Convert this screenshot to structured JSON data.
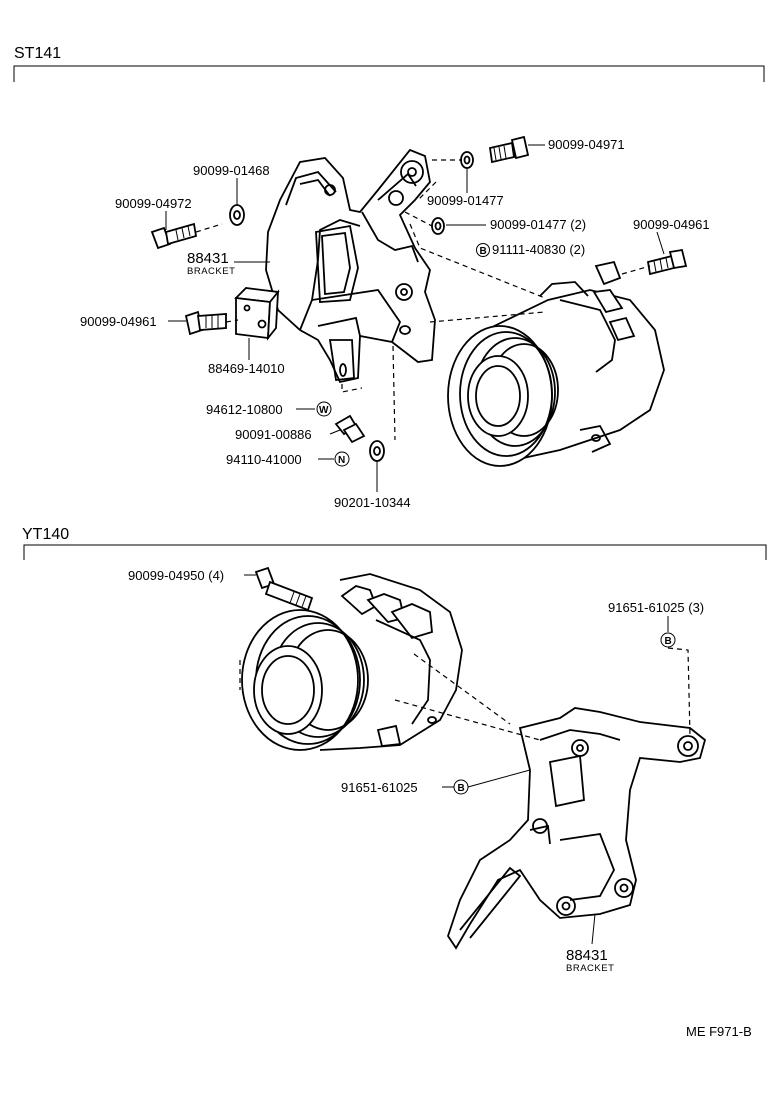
{
  "sections": {
    "top": {
      "title": "ST141"
    },
    "bottom": {
      "title": "YT140"
    }
  },
  "top_parts": {
    "p_90099_04971": "90099-04971",
    "p_90099_01468": "90099-01468",
    "p_90099_01477_a": "90099-01477",
    "p_90099_04972": "90099-04972",
    "p_90099_01477_b": "90099-01477 (2)",
    "p_91111_40830": "91111-40830 (2)",
    "p_90099_04961_r": "90099-04961",
    "p_88431": "88431",
    "p_88431_sub": "BRACKET",
    "p_90099_04961_l": "90099-04961",
    "p_88469_14010": "88469-14010",
    "p_94612_10800": "94612-10800",
    "p_90091_00886": "90091-00886",
    "p_94110_41000": "94110-41000",
    "p_90201_10344": "90201-10344"
  },
  "bottom_parts": {
    "p_90099_04950": "90099-04950 (4)",
    "p_91651_61025_3": "91651-61025 (3)",
    "p_91651_61025": "91651-61025",
    "p_88431": "88431",
    "p_88431_sub": "BRACKET"
  },
  "symbols": {
    "b": "B",
    "w": "W",
    "n": "N"
  },
  "footer": {
    "code": "ME F971-B"
  }
}
